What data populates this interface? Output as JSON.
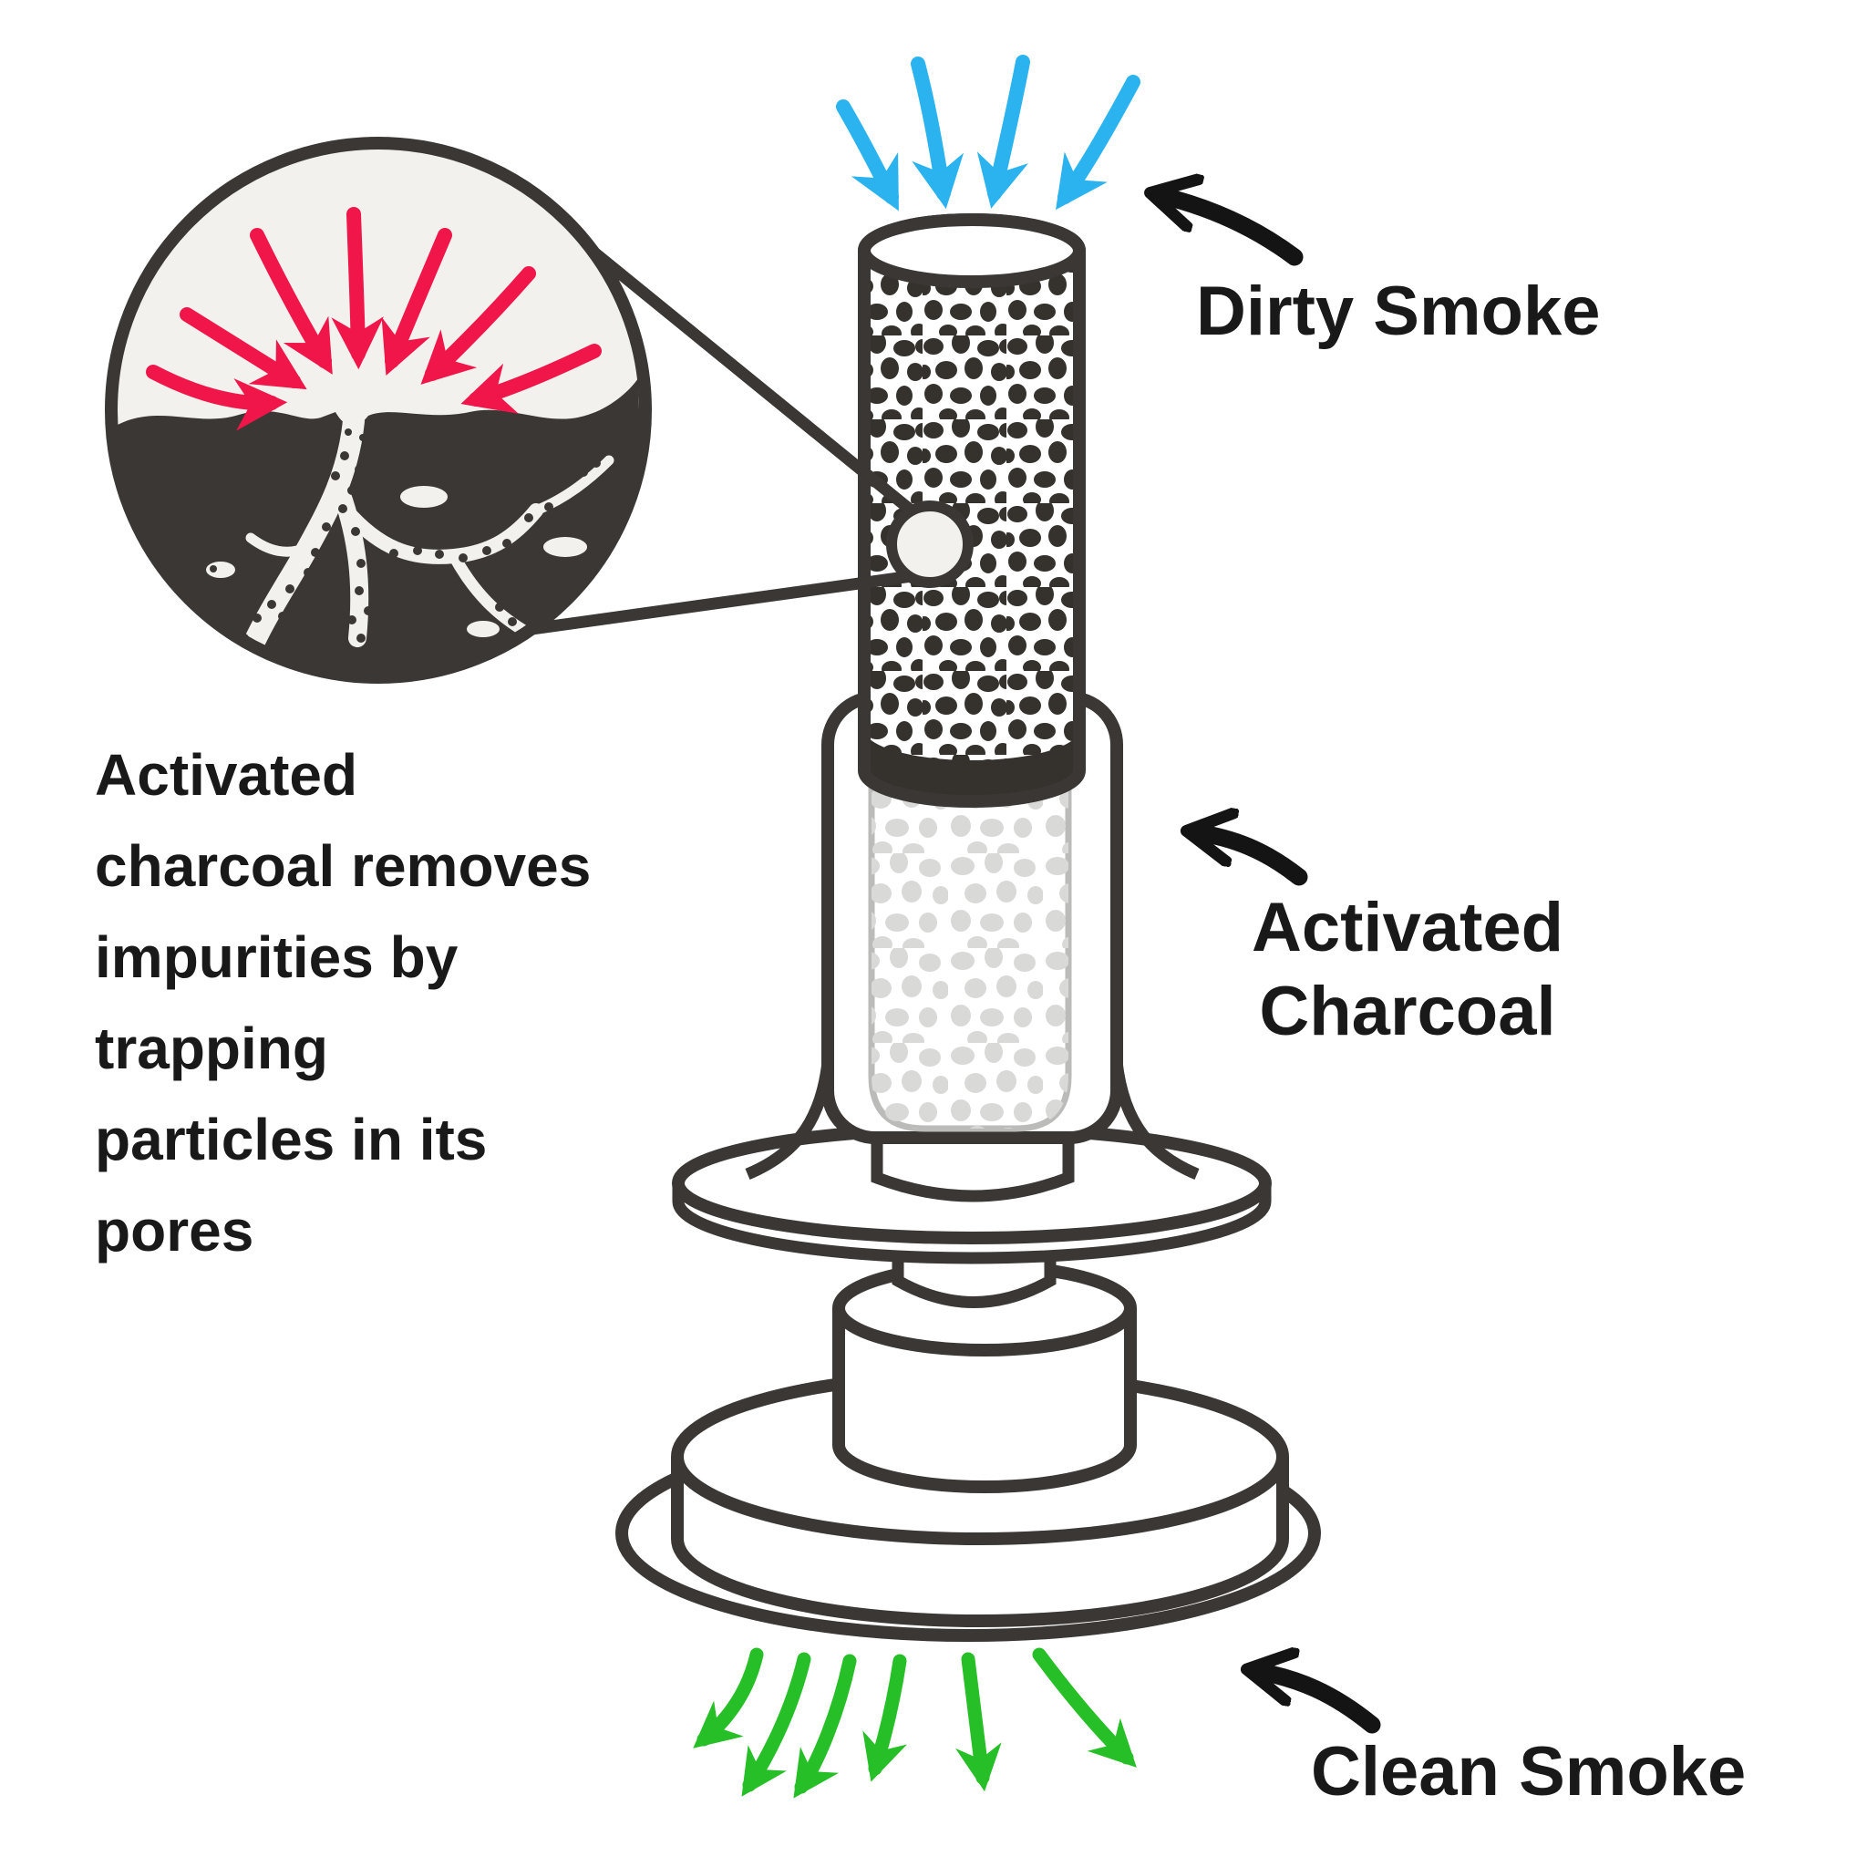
{
  "page": {
    "background": "#ffffff"
  },
  "annotation": {
    "text": "Activated charcoal removes impurities by trapping particles in its pores",
    "lines": [
      "Activated",
      "charcoal removes",
      "impurities by",
      "trapping",
      "particles in its",
      "pores"
    ]
  },
  "labels": {
    "dirty_smoke": "Dirty Smoke",
    "activated_charcoal": "Activated Charcoal",
    "clean_smoke": "Clean Smoke"
  },
  "flow": {
    "dirty_smoke_color": "#2ab3ee",
    "clean_smoke_color": "#27bf27",
    "impurity_arrow_color": "#f0164a",
    "label_arrow_color": "#141414",
    "dirty_arrow_count": 4,
    "clean_arrow_count": 6,
    "impurity_arrow_count": 7
  },
  "device": {
    "ink_color": "#3a3734",
    "charcoal_pebble_color": "#35322e",
    "filtered_pebble_color": "#d9d9d7",
    "pore_background_color": "#f2f1ee",
    "parts": [
      "charcoal tube",
      "air hole",
      "filter sleeve",
      "flange",
      "neck",
      "puck",
      "base"
    ]
  },
  "icons": {
    "magnifier_inset": "pore-closeup-icon",
    "down_arrows_top": "dirty-smoke-arrows-icon",
    "down_arrows_bottom": "clean-smoke-arrows-icon"
  }
}
